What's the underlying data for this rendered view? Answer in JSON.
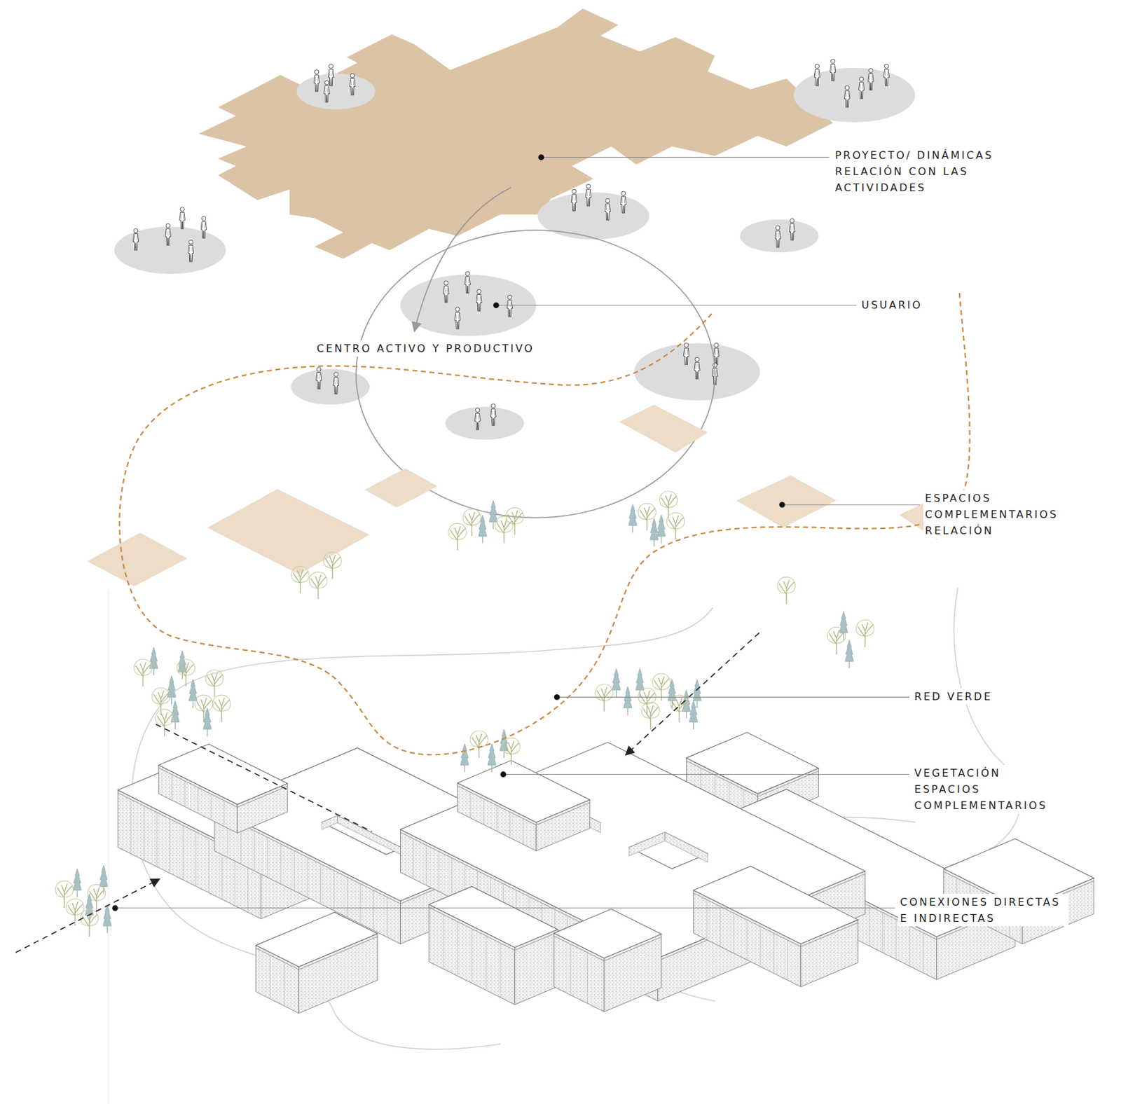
{
  "diagram": {
    "labels": [
      "PROYECTO/ DINÁMICAS RELACIÓN CON LAS ACTIVIDADES",
      "USUARIO",
      "CENTRO ACTIVO Y PRODUCTIVO",
      "ESPACIOS COMPLEMENTARIOS RELACIÓN",
      "RED VERDE",
      "VEGETACIÓN ESPACIOS COMPLEMENTARIOS",
      "CONEXIONES DIRECTAS E INDIRECTAS"
    ]
  }
}
